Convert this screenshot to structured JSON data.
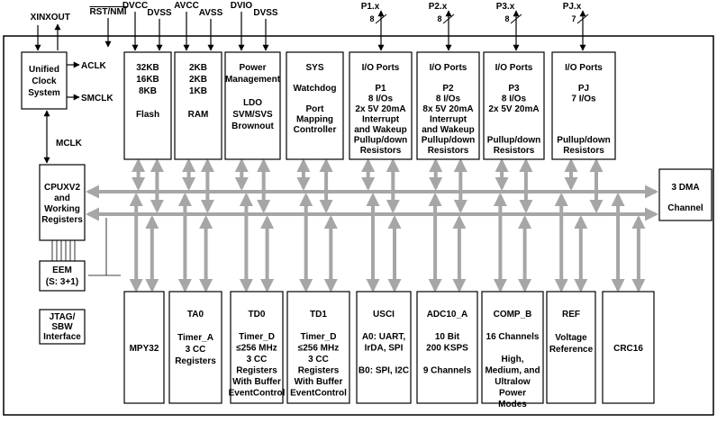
{
  "pins": {
    "xin": "XIN",
    "xout": "XOUT",
    "rst_nmi": "RST/NMI",
    "dvcc": "DVCC",
    "dvss1": "DVSS",
    "avcc": "AVCC",
    "avss": "AVSS",
    "dvio": "DVIO",
    "dvss2": "DVSS",
    "ports": [
      {
        "name": "P1.x",
        "width": "8"
      },
      {
        "name": "P2.x",
        "width": "8"
      },
      {
        "name": "P3.x",
        "width": "8"
      },
      {
        "name": "PJ.x",
        "width": "7"
      }
    ]
  },
  "clock": {
    "lines": [
      "Unified",
      "Clock",
      "System"
    ],
    "aclk": "ACLK",
    "smclk": "SMCLK",
    "mclk": "MCLK"
  },
  "cpu": {
    "lines": [
      "CPUXV2",
      "and",
      "Working",
      "Registers"
    ]
  },
  "eem": {
    "lines": [
      "EEM",
      "(S: 3+1)"
    ]
  },
  "jtag": {
    "lines": [
      "JTAG/",
      "SBW",
      "Interface"
    ]
  },
  "dma": {
    "lines": [
      "3 DMA",
      "Channel"
    ]
  },
  "top_blocks": [
    {
      "id": "flash",
      "lines": [
        "32KB",
        "16KB",
        "8KB",
        "",
        "Flash"
      ]
    },
    {
      "id": "ram",
      "lines": [
        "2KB",
        "2KB",
        "1KB",
        "",
        "RAM"
      ]
    },
    {
      "id": "power",
      "lines": [
        "Power",
        "Management",
        "",
        "LDO",
        "SVM/SVS",
        "Brownout"
      ]
    },
    {
      "id": "sys",
      "lines": [
        "SYS",
        "",
        "Watchdog",
        "",
        "Port",
        "Mapping",
        "Controller"
      ]
    },
    {
      "id": "p1",
      "lines": [
        "I/O Ports",
        "",
        "P1",
        "8 I/Os",
        "2x 5V 20mA",
        "Interrupt",
        "and Wakeup",
        "Pullup/down",
        "Resistors"
      ]
    },
    {
      "id": "p2",
      "lines": [
        "I/O Ports",
        "",
        "P2",
        "8 I/Os",
        "8x 5V 20mA",
        "Interrupt",
        "and Wakeup",
        "Pullup/down",
        "Resistors"
      ]
    },
    {
      "id": "p3",
      "lines": [
        "I/O Ports",
        "",
        "P3",
        "8 I/Os",
        "2x 5V 20mA",
        "",
        "",
        "Pullup/down",
        "Resistors"
      ]
    },
    {
      "id": "pj",
      "lines": [
        "I/O Ports",
        "",
        "PJ",
        "7 I/Os",
        "",
        "",
        "",
        "Pullup/down",
        "Resistors"
      ]
    }
  ],
  "bottom_blocks": [
    {
      "id": "mpy32",
      "lines": [
        "MPY32"
      ]
    },
    {
      "id": "ta0",
      "lines": [
        "TA0",
        "",
        "Timer_A",
        "3 CC",
        "Registers"
      ]
    },
    {
      "id": "td0",
      "lines": [
        "TD0",
        "",
        "Timer_D",
        "≤256 MHz",
        "3 CC",
        "Registers",
        "With Buffer",
        "EventControl"
      ]
    },
    {
      "id": "td1",
      "lines": [
        "TD1",
        "",
        "Timer_D",
        "≤256 MHz",
        "3 CC",
        "Registers",
        "With Buffer",
        "EventControl"
      ]
    },
    {
      "id": "usci",
      "lines": [
        "USCI",
        "",
        "A0: UART,",
        "IrDA, SPI",
        "",
        "B0: SPI, I2C"
      ]
    },
    {
      "id": "adc10",
      "lines": [
        "ADC10_A",
        "",
        "10 Bit",
        "200 KSPS",
        "",
        "9 Channels"
      ]
    },
    {
      "id": "compb",
      "lines": [
        "COMP_B",
        "",
        "16 Channels",
        "",
        "High,",
        "Medium, and",
        "Ultralow",
        "Power",
        "Modes"
      ]
    },
    {
      "id": "ref",
      "lines": [
        "REF",
        "",
        "Voltage",
        "Reference"
      ]
    },
    {
      "id": "crc16",
      "lines": [
        "CRC16"
      ]
    }
  ],
  "colors": {
    "bus": "#a6a6a6",
    "line": "#000000",
    "background": "#ffffff"
  }
}
